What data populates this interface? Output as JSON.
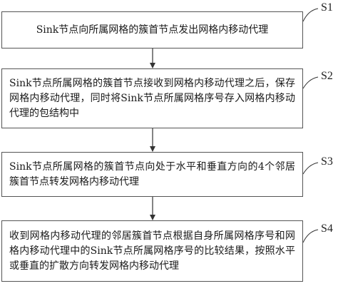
{
  "steps": [
    {
      "label": "S1",
      "text": "Sink节点向所属网格的簇首节点发出网格内移动代理"
    },
    {
      "label": "S2",
      "text": "Sink节点所属网格的簇首节点接收到网格内移动代理之后，保存网格内移动代理，同时将Sink节点所属网格序号存入网格内移动代理的包结构中"
    },
    {
      "label": "S3",
      "text": "Sink节点所属网格的簇首节点向处于水平和垂直方向的4个邻居簇首节点转发网格内移动代理"
    },
    {
      "label": "S4",
      "text": "收到网格内移动代理的邻居簇首节点根据自身所属网格序号和网格内移动代理中的Sink节点所属网格序号的比较结果，按照水平或垂直的扩散方向转发网格内移动代理"
    }
  ]
}
